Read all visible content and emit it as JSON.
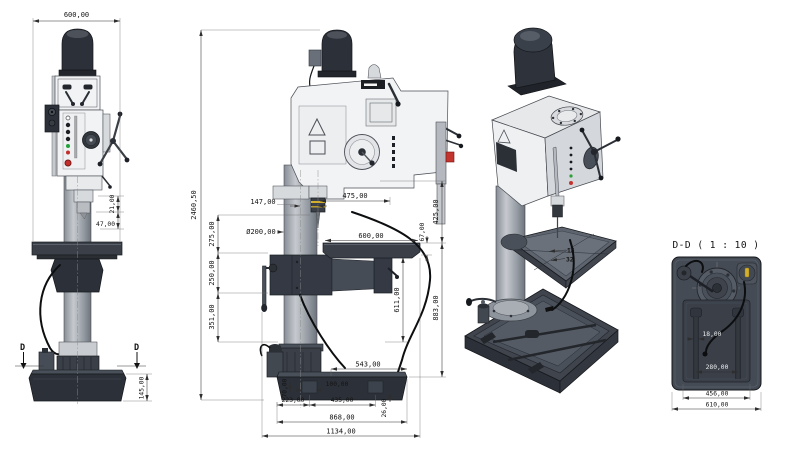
{
  "front_view": {
    "dim_width": "600,00",
    "dim_quill_stroke": "21,00",
    "dim_quill_travel": "47,00",
    "dim_base_height": "145,00",
    "section_marker_left": "D",
    "section_marker_right": "D"
  },
  "side_view": {
    "dim_total_height": "2460,50",
    "dim_spindle_offset": "147,00",
    "dim_head_depth": "475,00",
    "dim_spindle_to_table": "275,00",
    "dim_column_diameter": "Ø200,00",
    "dim_bracket_height": "250,00",
    "dim_crank_drop": "351,00",
    "dim_table_depth": "600,00",
    "dim_head_clearance": "425,00",
    "dim_table_thickness": "67,00",
    "dim_table_to_base": "611,00",
    "dim_spindle_to_base": "883,00",
    "dim_base_rear": "543,00",
    "dim_slot_length": "100,00",
    "dim_slot_height": "70,00",
    "dim_base_front_edge": "223,00",
    "dim_slot_spacing": "435,00",
    "dim_slot_inset": "26,00",
    "dim_base_depth": "868,00",
    "dim_overall_depth": "1134,00"
  },
  "iso_view": {
    "label_slot_top": "18",
    "label_slot_bottom": "32"
  },
  "section_view": {
    "title": "D-D ( 1 : 10 )",
    "dim_slot_width": "18,00",
    "dim_slot_spacing": "280,00",
    "dim_recess_width": "456,00",
    "dim_base_width": "610,00"
  }
}
